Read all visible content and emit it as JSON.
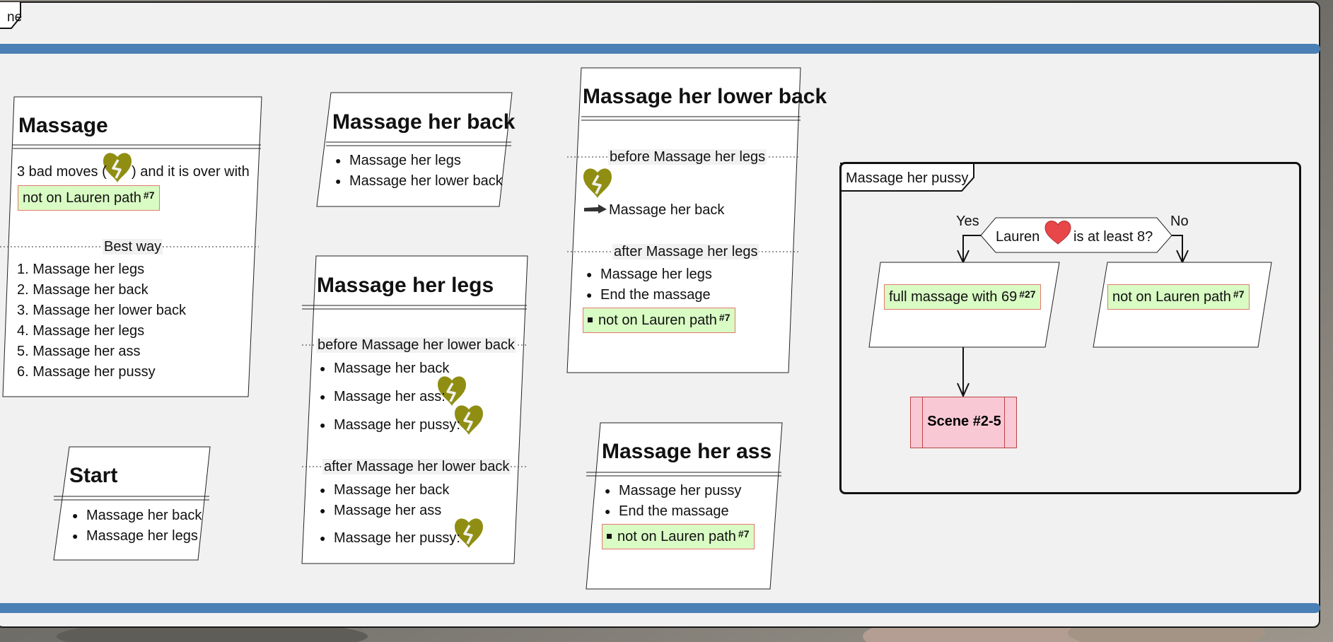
{
  "frame_label": "ne",
  "nodes": {
    "massage": {
      "title": "Massage",
      "line1_a": "3 bad moves (",
      "line1_b": ") and it is over with",
      "tag_text": "not on Lauren path",
      "tag_ref": "#7",
      "section": "Best way",
      "steps": [
        "1. Massage her legs",
        "2. Massage her back",
        "3. Massage her lower back",
        "4. Massage her legs",
        "5. Massage her ass",
        "6. Massage her pussy"
      ]
    },
    "start": {
      "title": "Start",
      "items": [
        "Massage her back",
        "Massage her legs"
      ]
    },
    "back": {
      "title": "Massage her back",
      "items": [
        "Massage her legs",
        "Massage her lower back"
      ]
    },
    "legs": {
      "title": "Massage her legs",
      "section_before": "before Massage her lower back",
      "before_items": [
        "Massage her back",
        "Massage her ass:",
        "Massage her pussy:"
      ],
      "section_after": "after Massage her lower back",
      "after_items": [
        "Massage her back",
        "Massage her ass",
        "Massage her pussy:"
      ]
    },
    "lower_back": {
      "title": "Massage her lower back",
      "section_before": "before Massage her legs",
      "arrow_item": "Massage her back",
      "section_after": "after Massage her legs",
      "after_items": [
        "Massage her legs",
        "End the massage"
      ],
      "tag_text": "not on Lauren path",
      "tag_ref": "#7"
    },
    "ass": {
      "title": "Massage her ass",
      "items": [
        "Massage her pussy",
        "End the massage"
      ],
      "tag_text": "not on Lauren path",
      "tag_ref": "#7"
    },
    "pussy": {
      "title": "Massage her pussy",
      "decision_a": "Lauren",
      "decision_b": "is at least 8?",
      "yes": "Yes",
      "no": "No",
      "yes_tag_text": "full massage with 69",
      "yes_tag_ref": "#27",
      "no_tag_text": "not on Lauren path",
      "no_tag_ref": "#7",
      "scene": "Scene #2-5"
    }
  },
  "icons": {
    "broken_heart": "broken-heart-icon",
    "heart": "heart-icon",
    "arrow": "arrow-right-icon"
  },
  "colors": {
    "blue_bar": "#4a80b5",
    "tag_fill": "#d9fbc4",
    "tag_border": "#e7786e",
    "broken_heart": "#8f8e12",
    "heart": "#e8474a",
    "scene_fill": "#f8c8d5"
  }
}
